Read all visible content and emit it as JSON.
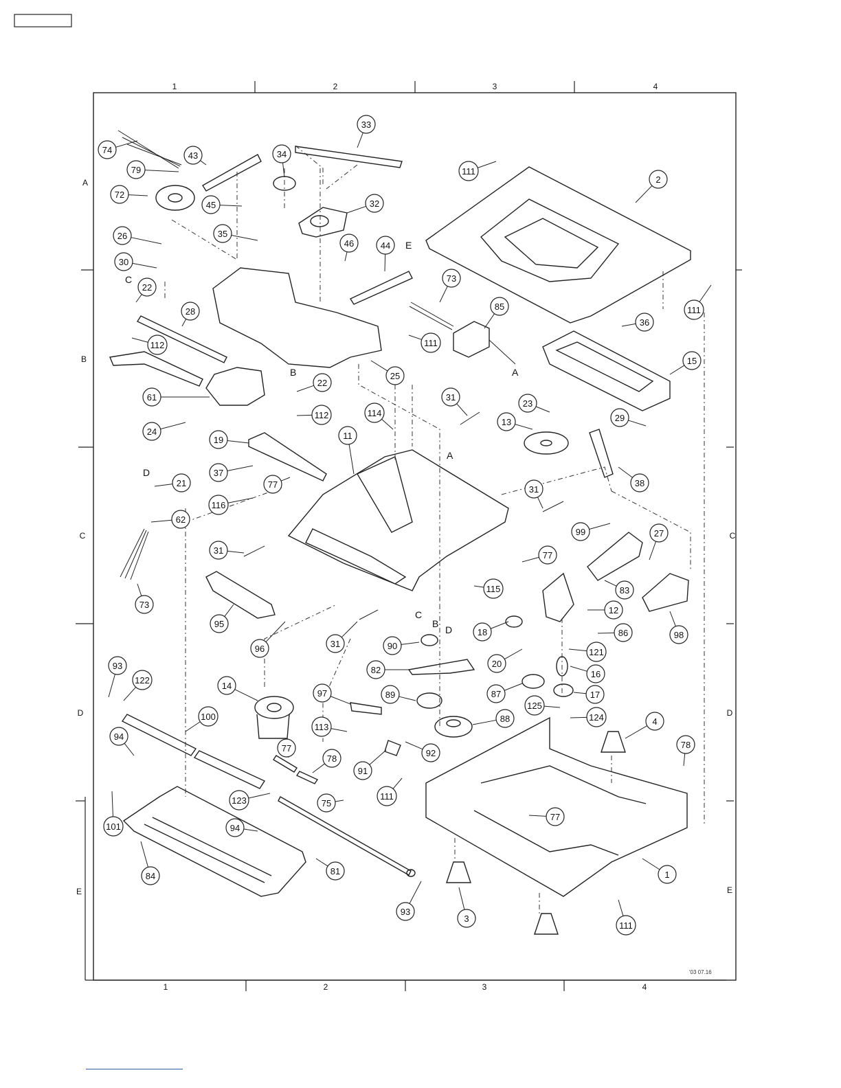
{
  "header_box_text": "",
  "footer_rule": "",
  "date_code": "'03 07.16",
  "zones": {
    "top_columns": [
      "1",
      "2",
      "3",
      "4"
    ],
    "bottom_columns": [
      "1",
      "2",
      "3",
      "4"
    ],
    "left_rows": [
      "A",
      "B",
      "C",
      "D",
      "E"
    ],
    "right_rows": [
      "C",
      "D",
      "E"
    ]
  },
  "arrow_letters": [
    {
      "id": "arrow-c-top",
      "text": "C"
    },
    {
      "id": "arrow-b-mid",
      "text": "B"
    },
    {
      "id": "arrow-d-left",
      "text": "D"
    },
    {
      "id": "arrow-e-top",
      "text": "E"
    },
    {
      "id": "arrow-a-motor",
      "text": "A"
    },
    {
      "id": "arrow-a-chassis",
      "text": "A"
    },
    {
      "id": "arrow-c-bottom",
      "text": "C"
    },
    {
      "id": "arrow-b-bottom",
      "text": "B"
    },
    {
      "id": "arrow-d-bottom",
      "text": "D"
    }
  ],
  "callouts": [
    {
      "text": "74"
    },
    {
      "text": "43"
    },
    {
      "text": "34"
    },
    {
      "text": "33"
    },
    {
      "text": "79"
    },
    {
      "text": "72"
    },
    {
      "text": "45"
    },
    {
      "text": "32"
    },
    {
      "text": "111"
    },
    {
      "text": "2"
    },
    {
      "text": "26"
    },
    {
      "text": "35"
    },
    {
      "text": "46"
    },
    {
      "text": "44"
    },
    {
      "text": "30"
    },
    {
      "text": "73"
    },
    {
      "text": "22"
    },
    {
      "text": "85"
    },
    {
      "text": "111"
    },
    {
      "text": "28"
    },
    {
      "text": "111"
    },
    {
      "text": "36"
    },
    {
      "text": "112"
    },
    {
      "text": "25"
    },
    {
      "text": "15"
    },
    {
      "text": "22"
    },
    {
      "text": "61"
    },
    {
      "text": "31"
    },
    {
      "text": "23"
    },
    {
      "text": "112"
    },
    {
      "text": "114"
    },
    {
      "text": "13"
    },
    {
      "text": "29"
    },
    {
      "text": "24"
    },
    {
      "text": "11"
    },
    {
      "text": "19"
    },
    {
      "text": "37"
    },
    {
      "text": "77"
    },
    {
      "text": "38"
    },
    {
      "text": "21"
    },
    {
      "text": "31"
    },
    {
      "text": "116"
    },
    {
      "text": "62"
    },
    {
      "text": "99"
    },
    {
      "text": "27"
    },
    {
      "text": "31"
    },
    {
      "text": "77"
    },
    {
      "text": "83"
    },
    {
      "text": "115"
    },
    {
      "text": "73"
    },
    {
      "text": "12"
    },
    {
      "text": "95"
    },
    {
      "text": "18"
    },
    {
      "text": "86"
    },
    {
      "text": "98"
    },
    {
      "text": "96"
    },
    {
      "text": "31"
    },
    {
      "text": "90"
    },
    {
      "text": "121"
    },
    {
      "text": "20"
    },
    {
      "text": "16"
    },
    {
      "text": "93"
    },
    {
      "text": "122"
    },
    {
      "text": "82"
    },
    {
      "text": "87"
    },
    {
      "text": "17"
    },
    {
      "text": "14"
    },
    {
      "text": "97"
    },
    {
      "text": "89"
    },
    {
      "text": "125"
    },
    {
      "text": "100"
    },
    {
      "text": "88"
    },
    {
      "text": "124"
    },
    {
      "text": "4"
    },
    {
      "text": "113"
    },
    {
      "text": "92"
    },
    {
      "text": "94"
    },
    {
      "text": "78"
    },
    {
      "text": "77"
    },
    {
      "text": "78"
    },
    {
      "text": "91"
    },
    {
      "text": "111"
    },
    {
      "text": "123"
    },
    {
      "text": "75"
    },
    {
      "text": "77"
    },
    {
      "text": "101"
    },
    {
      "text": "94"
    },
    {
      "text": "1"
    },
    {
      "text": "84"
    },
    {
      "text": "81"
    },
    {
      "text": "3"
    },
    {
      "text": "93"
    },
    {
      "text": "111"
    }
  ]
}
